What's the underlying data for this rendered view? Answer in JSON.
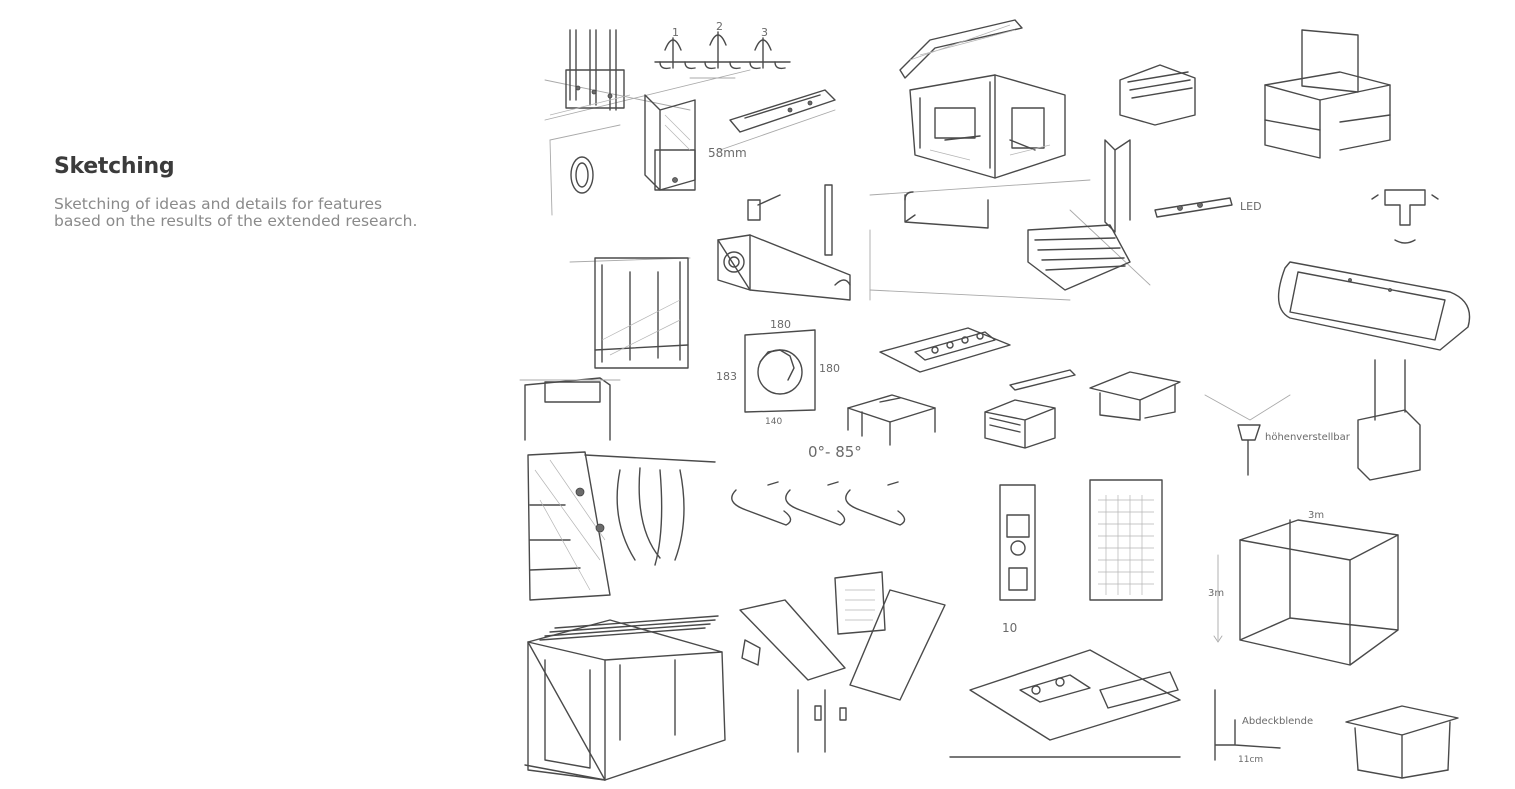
{
  "caption": {
    "title": "Sketching",
    "description_line1": "Sketching of ideas and details for features",
    "description_line2": "based on the results of the extended research."
  },
  "sketch_labels": {
    "n1": "1",
    "n2": "2",
    "n3": "3",
    "dim_58": "58mm",
    "dim_180_top": "180",
    "dim_183": "183",
    "dim_180_right": "180",
    "dim_140": "140",
    "dim_angle": "0°- 85°",
    "led": "LED",
    "hoehenverstellbar": "höhenverstellbar",
    "dim_3m_top": "3m",
    "dim_3m_side": "3m",
    "abdeckblende": "Abdeckblende",
    "dim_10": "10",
    "dim_11": "11cm"
  }
}
